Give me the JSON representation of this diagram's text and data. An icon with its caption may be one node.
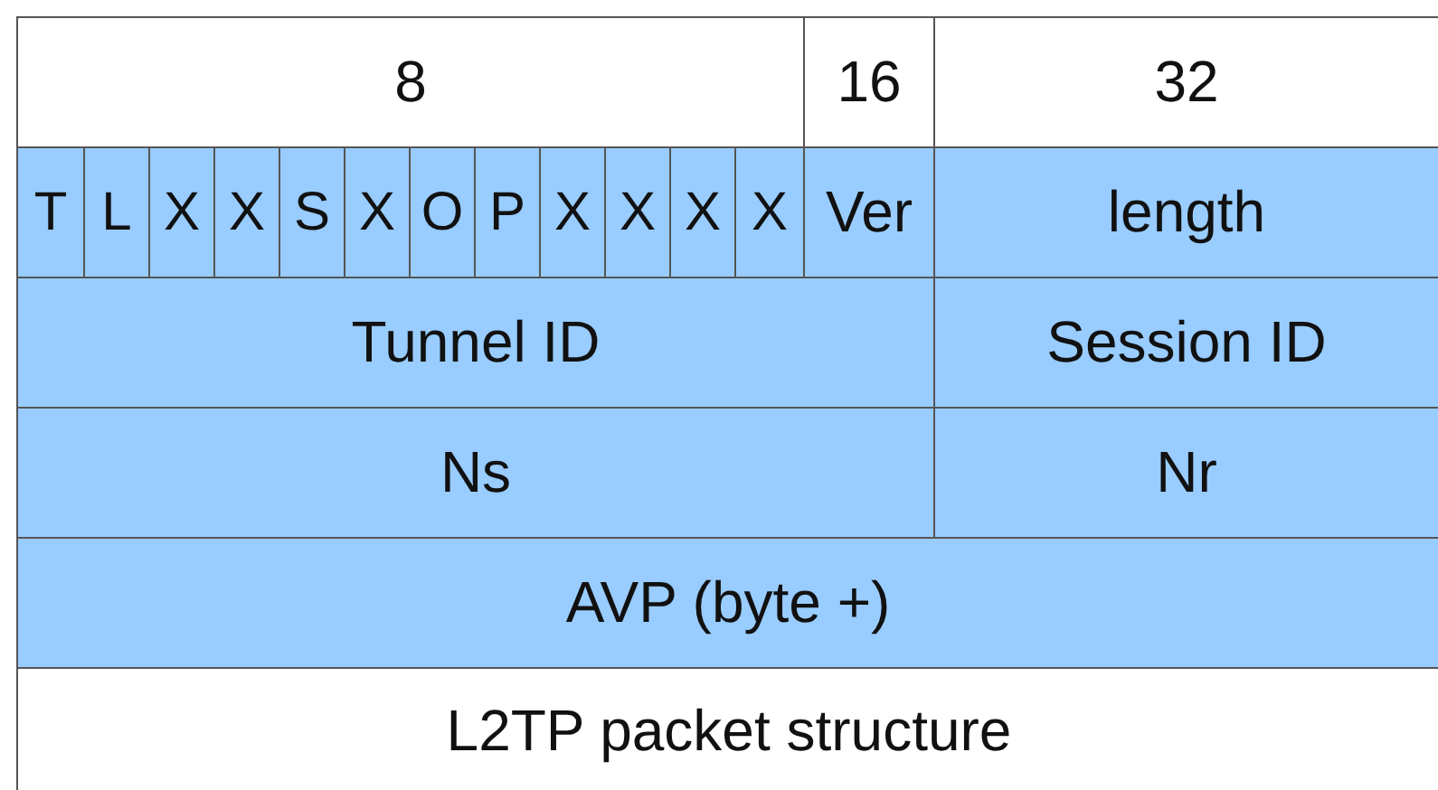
{
  "diagram": {
    "caption": "L2TP packet structure",
    "labels": [
      "8",
      "16",
      "32",
      "T",
      "L",
      "X",
      "X",
      "S",
      "X",
      "O",
      "P",
      "X",
      "X",
      "X",
      "X",
      "Ver",
      "length",
      "Tunnel ID",
      "Session ID",
      "Ns",
      "Nr",
      "AVP (byte +)"
    ]
  }
}
